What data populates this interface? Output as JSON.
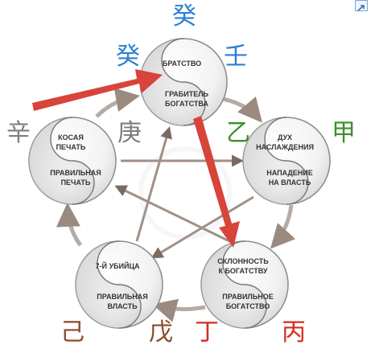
{
  "colors": {
    "blue": "#2a7fd4",
    "green": "#3d8f2a",
    "red": "#d62d20",
    "brown": "#8b4a2b",
    "gray": "#7d7d7d",
    "arrow_gray": "#9a8a80",
    "arrow_dark": "#7a6a62",
    "arrow_red": "#d8433a"
  },
  "stems": {
    "gui_top": "癸",
    "gui_left": "癸",
    "ren": "壬",
    "yi": "乙",
    "jia": "甲",
    "xin": "辛",
    "geng": "庚",
    "ji": "己",
    "wu": "戊",
    "ding": "丁",
    "bing": "丙"
  },
  "nodes": {
    "top": {
      "upper": [
        "БРАТСТВО"
      ],
      "lower": [
        "ГРАБИТЕЛЬ",
        "БОГАТСТВА"
      ]
    },
    "right": {
      "upper": [
        "ДУХ",
        "НАСЛАЖДЕНИЯ"
      ],
      "lower": [
        "НАПАДЕНИЕ",
        "НА ВЛАСТЬ"
      ]
    },
    "bottom_right": {
      "upper": [
        "СКЛОННОСТЬ",
        "К БОГАТСТВУ"
      ],
      "lower": [
        "ПРАВИЛЬНОЕ",
        "БОГАТСТВО"
      ]
    },
    "bottom_left": {
      "upper": [
        "7-Й УБИЙЦА"
      ],
      "lower": [
        "ПРАВИЛЬНАЯ",
        "ВЛАСТЬ"
      ]
    },
    "left": {
      "upper": [
        "КОСАЯ",
        "ПЕЧАТЬ"
      ],
      "lower": [
        "ПРАВИЛЬНАЯ",
        "ПЕЧАТЬ"
      ]
    }
  },
  "icons": {
    "expand": "expand-icon"
  }
}
